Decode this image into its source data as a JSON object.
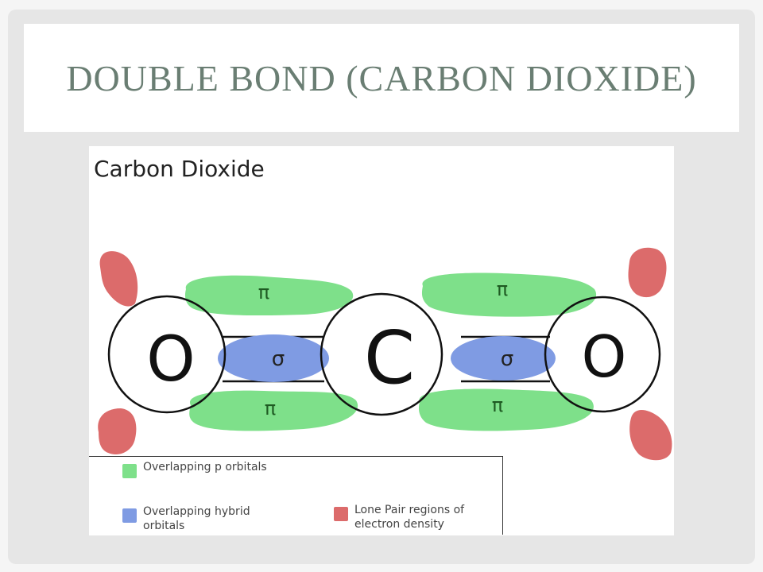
{
  "slide": {
    "title": "DOUBLE BOND (CARBON DIOXIDE)"
  },
  "diagram": {
    "title": "Carbon Dioxide",
    "atoms": {
      "left": "O",
      "center": "C",
      "right": "O"
    },
    "sigma_label": "σ",
    "pi_label": "π",
    "legend": {
      "p_orbitals": "Overlapping p orbitals",
      "hybrid_orbitals": "Overlapping hybrid orbitals",
      "lone_pair": "Lone Pair regions of electron density"
    },
    "colors": {
      "pi": "#7ee08a",
      "sigma": "#7f9be3",
      "lone_pair": "#dc6b6b"
    }
  }
}
